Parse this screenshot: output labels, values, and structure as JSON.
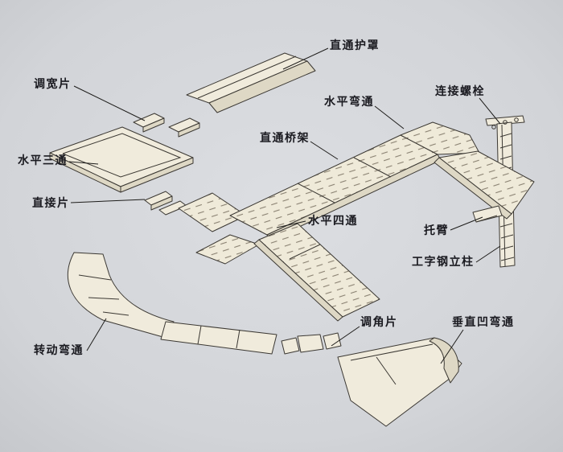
{
  "labels": [
    {
      "id": "straight-cover",
      "text": "直通护罩"
    },
    {
      "id": "width-adjust-piece",
      "text": "调宽片"
    },
    {
      "id": "horizontal-elbow",
      "text": "水平弯通"
    },
    {
      "id": "connecting-bolt",
      "text": "连接螺栓"
    },
    {
      "id": "straight-tray",
      "text": "直通桥架"
    },
    {
      "id": "horizontal-tee",
      "text": "水平三通"
    },
    {
      "id": "straight-connector-piece",
      "text": "直接片"
    },
    {
      "id": "horizontal-cross",
      "text": "水平四通"
    },
    {
      "id": "cantilever-arm",
      "text": "托臂"
    },
    {
      "id": "i-beam-column",
      "text": "工字钢立柱"
    },
    {
      "id": "angle-adjust-piece",
      "text": "调角片"
    },
    {
      "id": "vertical-concave-elbow",
      "text": "垂直凹弯通"
    },
    {
      "id": "rotating-elbow",
      "text": "转动弯通"
    }
  ],
  "colors": {
    "paper": "#d3d5d9",
    "line": "#3b3833",
    "surface": "#f0ebdc",
    "wall": "#ded8c5",
    "label_text": "#1a1a20"
  }
}
